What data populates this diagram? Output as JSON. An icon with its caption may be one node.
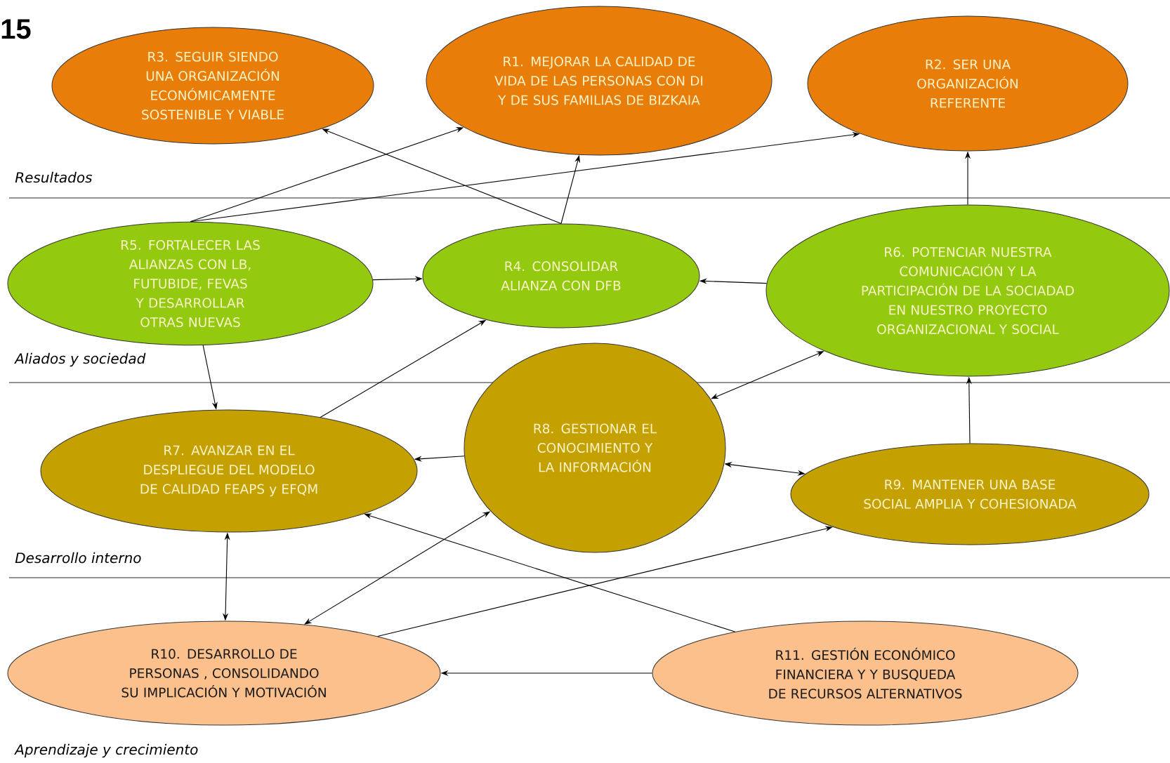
{
  "diagram": {
    "nodes": [
      {
        "text": [
          "R3. SEGUIR SIENDO UNA ORGANIZACIÓN ECONÓMICAMENTE SOSTENIBLE Y VIABLE"
        ]
      },
      {
        "text": [
          "R1. MEJORAR LA CALIDAD DE VIDA DE LAS PERSONAS CON DI Y DE SUS FAMILIAS DE BIZKAIA"
        ]
      },
      {
        "text": [
          "R2. SER UNA ORGANIZACIÓN REFERENTE"
        ]
      },
      {
        "text": [
          "R5. FORTALECER LAS ALIANZAS CON LB, FUTUBIDE, FEVAS Y DESARROLLAR OTRAS NUEVAS"
        ]
      },
      {
        "text": [
          "R4. CONSOLIDAR ALIANZA CON DFB"
        ]
      },
      {
        "text": [
          "R6. POTENCIAR NUESTRA COMUNICACIÓN Y LA PARTICIPACIÓN DE LA SOCIADAD EN NUESTRO PROYECTO ORGANIZACIONAL Y SOCIAL"
        ]
      },
      {
        "text": [
          "R7. AVANZAR EN EL DESPLIEGUE DEL MODELO DE CALIDAD FEAPS y EFQM"
        ]
      },
      {
        "text": [
          "R8. GESTIONAR EL CONOCIMIENTO Y LA INFORMACIÓN"
        ]
      },
      {
        "text": [
          "R9. MANTENER UNA BASE SOCIAL AMPLIA Y COHESIONADA"
        ]
      },
      {
        "text": [
          "R10. DESARROLLO DE PERSONAS , CONSOLIDANDO SU IMPLICACIÓN Y MOTIVACIÓN"
        ]
      },
      {
        "text": [
          "R11. GESTIÓN ECONÓMICO FINANCIERA Y Y BUSQUEDA DE RECURSOS ALTERNATIVOS"
        ]
      }
    ],
    "edges": [
      {
        "from": 4,
        "to": 0,
        "arrow": "to"
      },
      {
        "from": 4,
        "to": 1,
        "arrow": "to"
      },
      {
        "from": 3,
        "to": 1,
        "arrow": "to"
      },
      {
        "from": 3,
        "to": 2,
        "arrow": "to"
      },
      {
        "from": 5,
        "to": 2,
        "arrow": "to"
      },
      {
        "from": 3,
        "to": 4,
        "arrow": "to"
      },
      {
        "from": 5,
        "to": 4,
        "arrow": "to"
      },
      {
        "from": 7,
        "to": 5,
        "arrow": "both"
      },
      {
        "from": 3,
        "to": 6,
        "arrow": "to"
      },
      {
        "from": 6,
        "to": 4,
        "arrow": "to"
      },
      {
        "from": 7,
        "to": 6,
        "arrow": "to"
      },
      {
        "from": 7,
        "to": 8,
        "arrow": "both"
      },
      {
        "from": 8,
        "to": 5,
        "arrow": "to"
      },
      {
        "from": 6,
        "to": 9,
        "arrow": "both"
      },
      {
        "from": 7,
        "to": 9,
        "arrow": "both"
      },
      {
        "from": 10,
        "to": 6,
        "arrow": "to"
      },
      {
        "from": 10,
        "to": 9,
        "arrow": "to"
      },
      {
        "from": 9,
        "to": 8,
        "arrow": "to"
      }
    ],
    "labels": [
      "15",
      "Resultados",
      "Aliados y sociedad",
      "Desarrollo interno",
      "Aprendizaje y crecimiento"
    ]
  }
}
